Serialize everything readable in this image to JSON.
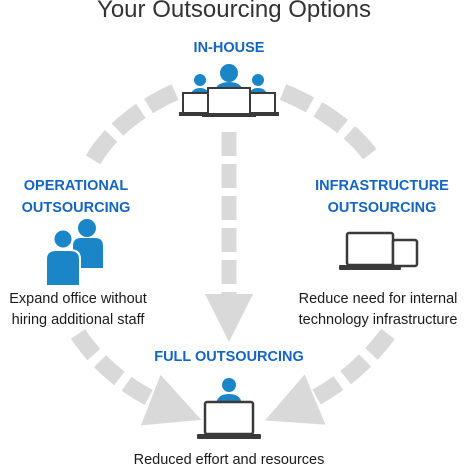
{
  "title": "Your Outsourcing Options",
  "nodes": {
    "in_house": {
      "label": "IN-HOUSE"
    },
    "operational": {
      "label_line1": "OPERATIONAL",
      "label_line2": "OUTSOURCING",
      "desc_line1": "Expand office without",
      "desc_line2": "hiring additional staff"
    },
    "infrastructure": {
      "label_line1": "INFRASTRUCTURE",
      "label_line2": "OUTSOURCING",
      "desc_line1": "Reduce need for internal",
      "desc_line2": "technology infrastructure"
    },
    "full": {
      "label": "FULL OUTSOURCING",
      "desc": "Reduced effort and resources"
    }
  },
  "colors": {
    "accent": "#1a86c8",
    "label": "#1565c0",
    "arrow": "#d9d9d9",
    "device": "#3a3a3a"
  }
}
